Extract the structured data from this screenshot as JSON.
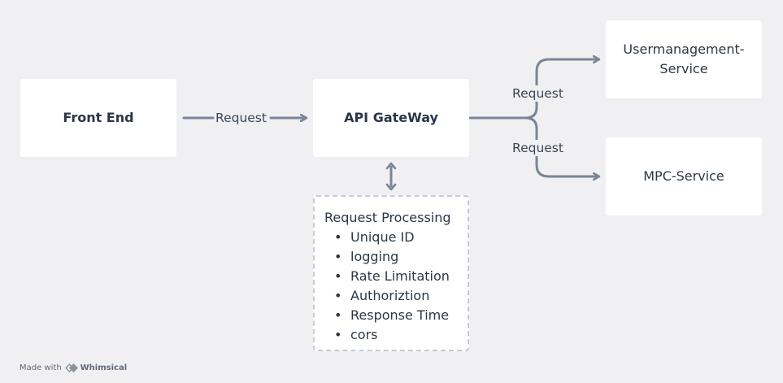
{
  "nodes": {
    "front_end": "Front End",
    "api_gateway": "API GateWay",
    "usermanagement_line1": "Usermanagement-",
    "usermanagement_line2": "Service",
    "mpc_service": "MPC-Service"
  },
  "edges": {
    "frontend_to_gateway": "Request",
    "gateway_to_usermanagement": "Request",
    "gateway_to_mpc": "Request"
  },
  "processing": {
    "title": "Request Processing",
    "items": [
      "Unique ID",
      "logging",
      "Rate Limitation",
      "Authoriztion",
      "Response Time",
      "cors"
    ]
  },
  "footer": {
    "made_with": "Made with",
    "brand": "Whimsical"
  },
  "colors": {
    "background": "#f0f0f3",
    "node": "#ffffff",
    "connector": "#7a8596",
    "text": "#2c3646"
  },
  "icons": {
    "brand_logo": "whimsical-logo-icon"
  }
}
